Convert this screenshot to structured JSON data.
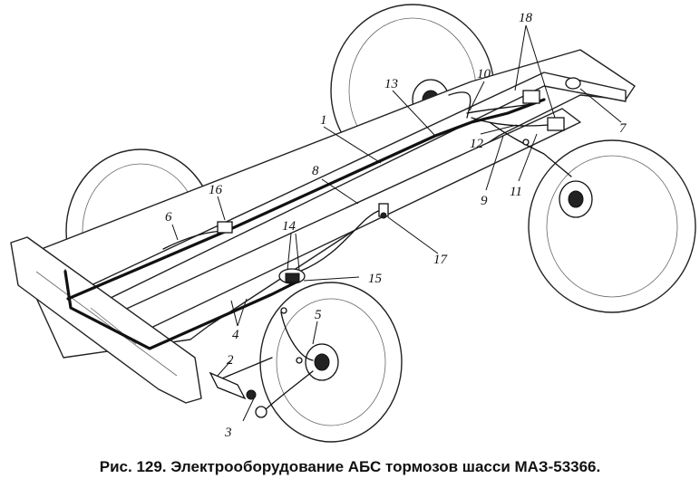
{
  "figure": {
    "caption": "Рис. 129. Электрооборудование АБС тормозов шасси МАЗ-53366."
  },
  "callouts": [
    "1",
    "2",
    "3",
    "4",
    "5",
    "6",
    "7",
    "8",
    "9",
    "10",
    "11",
    "12",
    "13",
    "14",
    "15",
    "16",
    "17",
    "18"
  ]
}
